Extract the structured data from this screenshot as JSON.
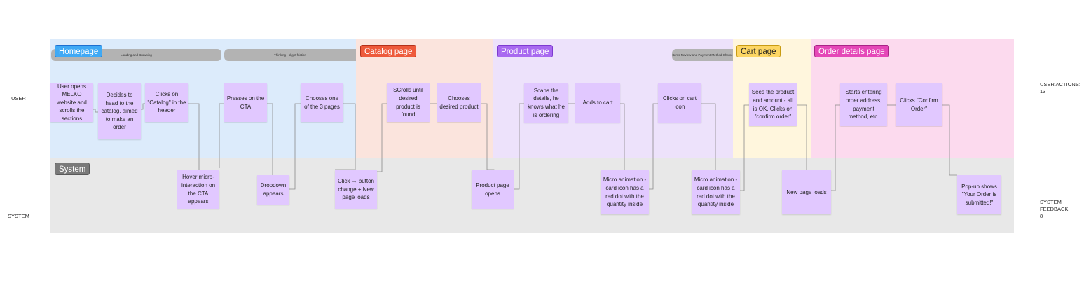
{
  "sections": [
    {
      "id": "homepage",
      "label": "Homepage",
      "bg": "#dcebfb",
      "tag_bg": "#3fa9f5",
      "tag_fg": "#ffffff",
      "tag_border": "#1e6fd0"
    },
    {
      "id": "catalog",
      "label": "Catalog page",
      "bg": "#fbe4dd",
      "tag_bg": "#ee5a3b",
      "tag_fg": "#ffffff",
      "tag_border": "#b3311b"
    },
    {
      "id": "product",
      "label": "Product page",
      "bg": "#ede2fb",
      "tag_bg": "#a869f0",
      "tag_fg": "#ffffff",
      "tag_border": "#7d3ad0"
    },
    {
      "id": "cart",
      "label": "Cart page",
      "bg": "#fff6dd",
      "tag_bg": "#fdd663",
      "tag_fg": "#1f1f1f",
      "tag_border": "#c89b12"
    },
    {
      "id": "order",
      "label": "Order details page",
      "bg": "#fcdaee",
      "tag_bg": "#e548b8",
      "tag_fg": "#ffffff",
      "tag_border": "#a82586"
    }
  ],
  "system_lane": {
    "label": "System",
    "bg": "#e8e8e8",
    "tag_bg": "#7a7a7a",
    "tag_fg": "#ffffff"
  },
  "phase_bars": [
    {
      "label": "Landing and Browsing"
    },
    {
      "label": "Thinking - slight friction"
    },
    {
      "label": "Items Review and Payment Method Choice"
    }
  ],
  "user_actions": [
    "User opens MELKO website and scrolls the sections",
    "Decides to head to the catalog, aimed to make an order",
    "Clicks on \"Catalog\" in the header",
    "Presses on the CTA",
    "Chooses one of the 3 pages",
    "SCrolls until desired product is found",
    "Chooses desired product",
    "Scans the details, he knows what he is ordering",
    "Adds to cart",
    "Clicks on cart icon",
    "Sees the product and amount - all is OK. Clicks on \"confirm order\"",
    "Starts entering order address, payment method, etc.",
    "Clicks \"Confirm Order\""
  ],
  "system_feedback": [
    "Hover micro-interaction on the CTA appears",
    "Dropdown appears",
    "Click → button change + New page loads",
    "Product page opens",
    "Micro animation - card icon has a red dot with the quantity inside",
    "Micro animation - card icon has a red dot with the quantity inside",
    "New page loads",
    "Pop-up shows \"Your Order is submitted!\""
  ],
  "row_labels": {
    "user": "USER",
    "system": "SYSTEM"
  },
  "stats": {
    "user_actions_label": "USER ACTIONS:",
    "user_actions_count": "13",
    "system_feedback_label": "SYSTEM FEEDBACK:",
    "system_feedback_count": "8"
  },
  "colors": {
    "sticky": "#e1c8ff",
    "connector": "#8a8a8a"
  }
}
